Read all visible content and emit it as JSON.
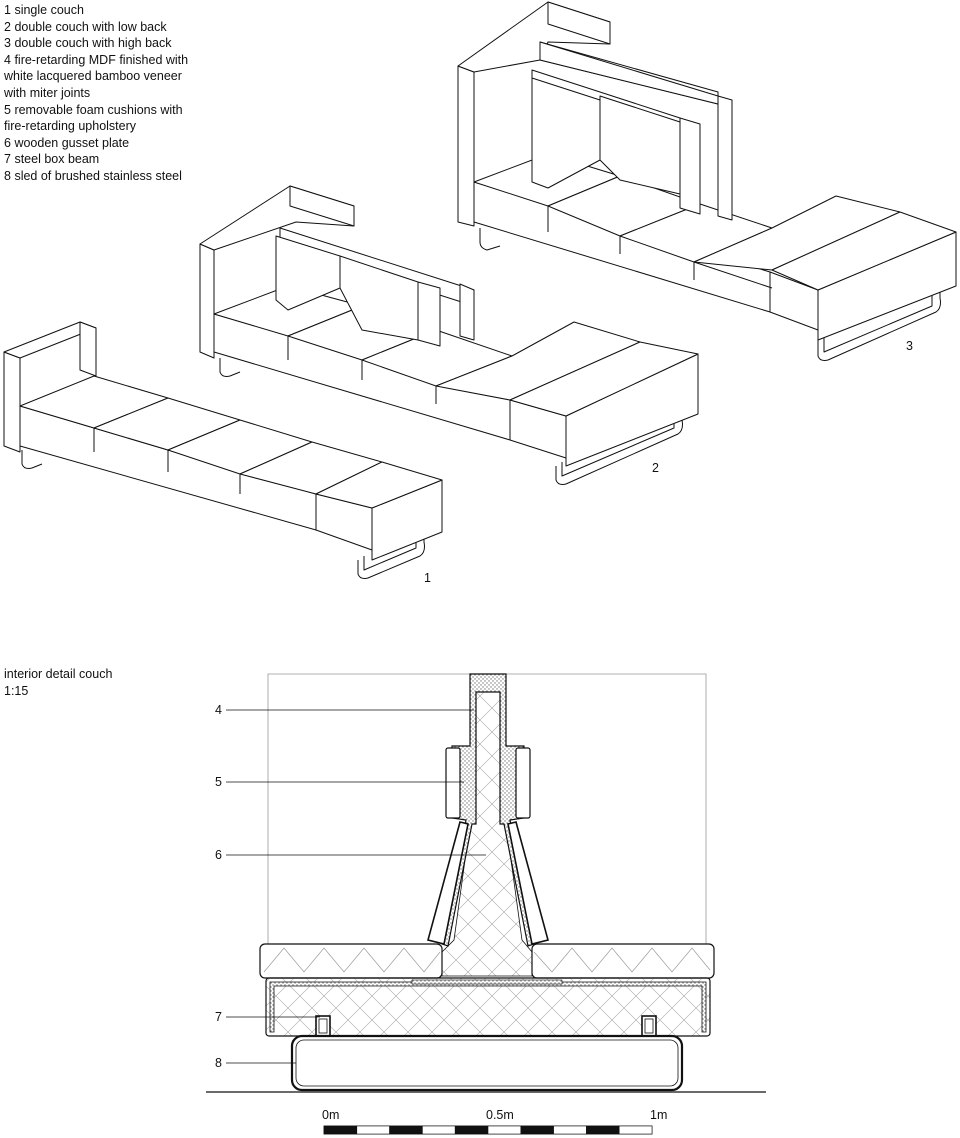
{
  "legend": [
    {
      "num": "1",
      "text": "single couch"
    },
    {
      "num": "2",
      "text": "double couch with low back"
    },
    {
      "num": "3",
      "text": "double couch with high back"
    },
    {
      "num": "4",
      "text": "fire-retarding MDF finished with\nwhite lacquered bamboo veneer\nwith miter joints"
    },
    {
      "num": "5",
      "text": "removable foam cushions with\nfire-retarding upholstery"
    },
    {
      "num": "6",
      "text": "wooden gusset plate"
    },
    {
      "num": "7",
      "text": "steel box beam"
    },
    {
      "num": "8",
      "text": "sled of brushed stainless steel"
    }
  ],
  "views": {
    "couch1_label": "1",
    "couch2_label": "2",
    "couch3_label": "3"
  },
  "detail": {
    "title": "interior detail couch",
    "scale": "1:15",
    "callouts": [
      "4",
      "5",
      "6",
      "7",
      "8"
    ]
  },
  "scalebar": {
    "labels": [
      "0m",
      "0.5m",
      "1m"
    ]
  },
  "colors": {
    "line": "#111111",
    "hatch": "#8c8c8c",
    "frame": "#999999"
  }
}
